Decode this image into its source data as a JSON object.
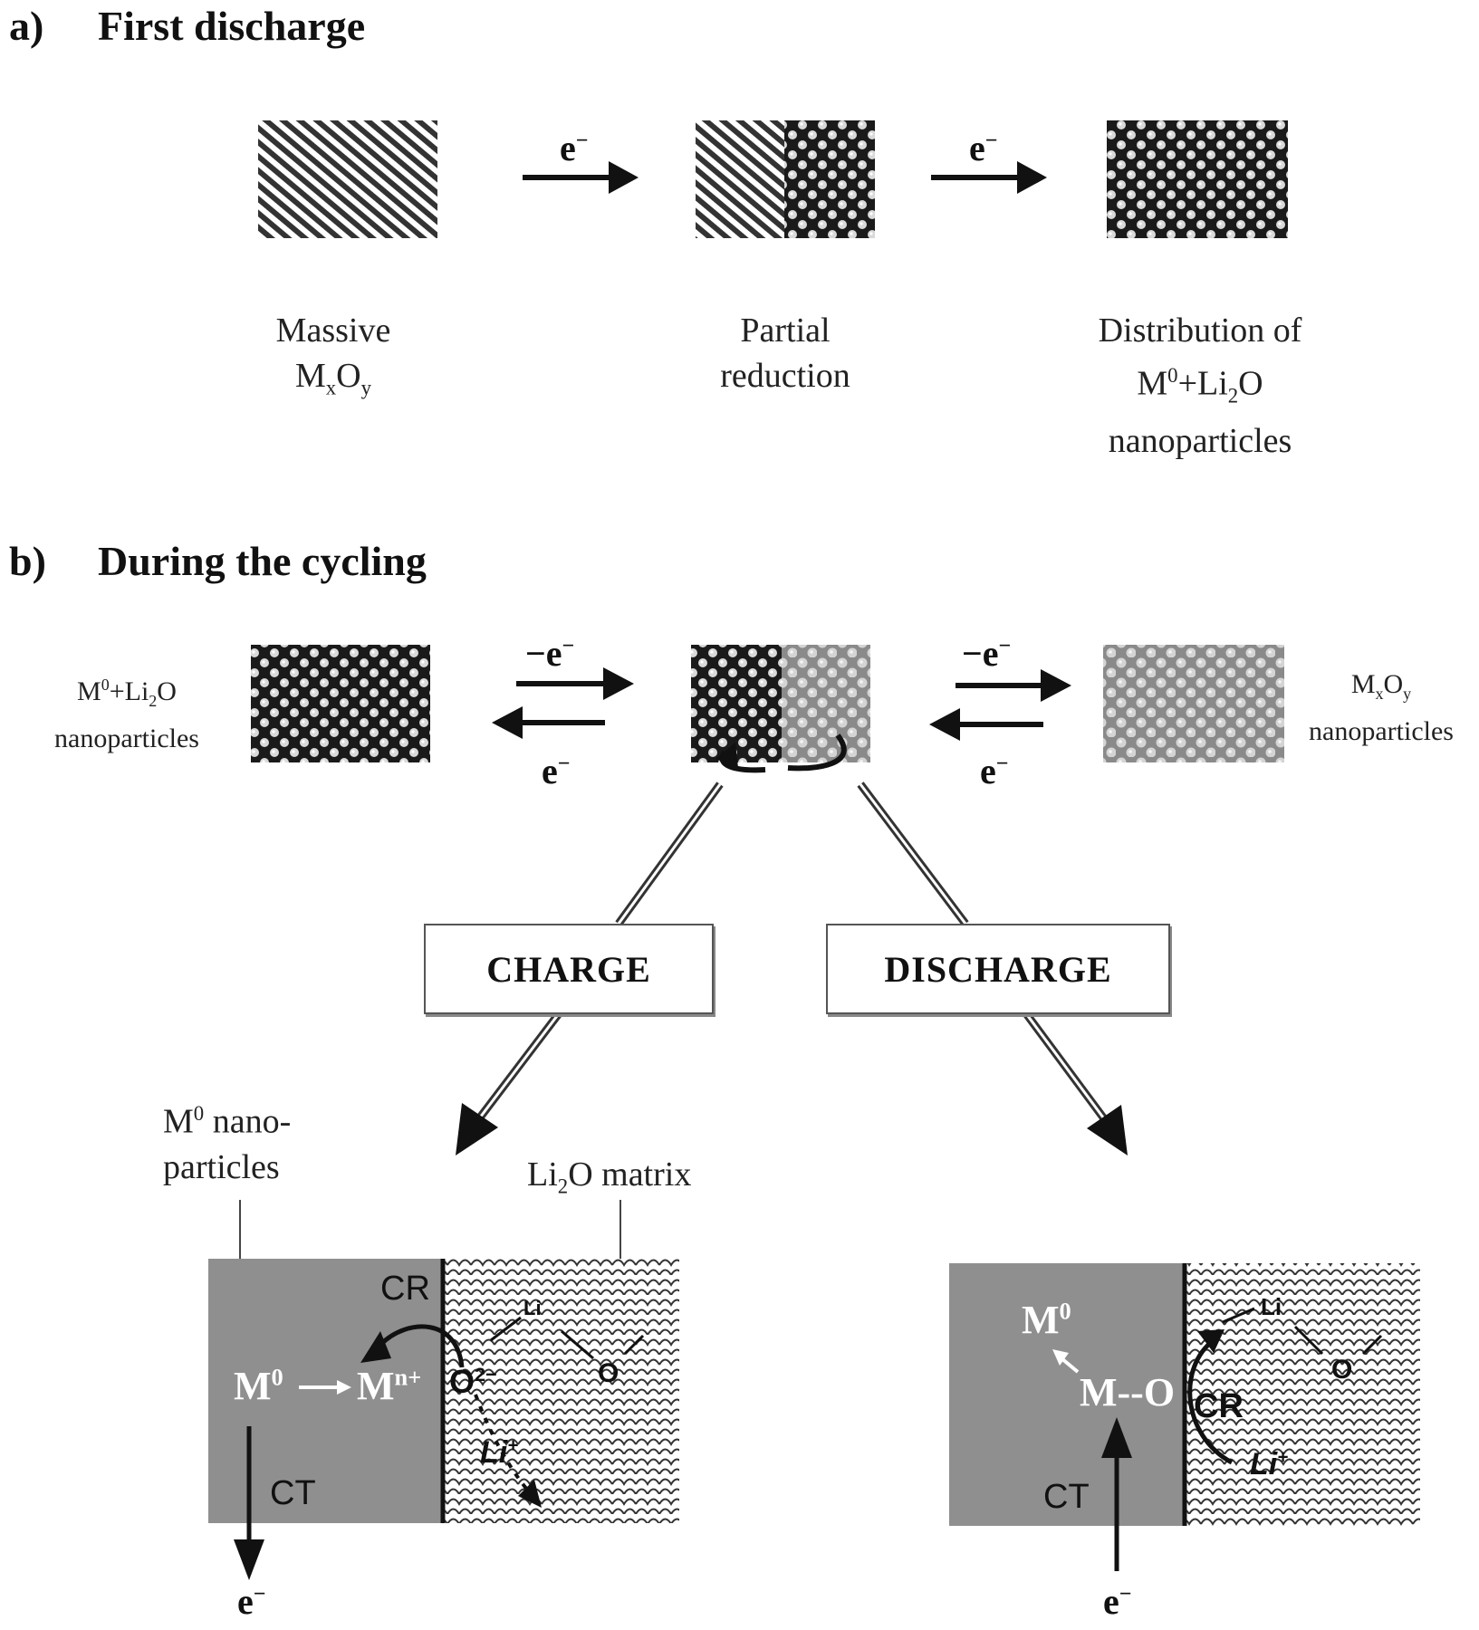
{
  "section_a": {
    "letter": "a)",
    "title": "First discharge",
    "arrow_label_1": "e",
    "arrow_label_2": "e",
    "superscript_minus": "−",
    "cap1": {
      "line1": "Massive",
      "line2_main": "M",
      "line2_sub1": "x",
      "line2_mid": "O",
      "line2_sub2": "y"
    },
    "cap2": {
      "line1": "Partial",
      "line2": "reduction"
    },
    "cap3": {
      "line1": "Distribution of",
      "line2_a": "M",
      "line2_sup": "0",
      "line2_b": "+Li",
      "line2_sub": "2",
      "line2_c": "O",
      "line3": "nanoparticles"
    }
  },
  "section_b": {
    "letter": "b)",
    "title": "During the cycling",
    "left_label": {
      "a": "M",
      "sup": "0",
      "b": "+Li",
      "sub": "2",
      "c": "O",
      "line2": "nanoparticles"
    },
    "right_label": {
      "a": "M",
      "sub1": "x",
      "b": "O",
      "sub2": "y",
      "line2": "nanoparticles"
    },
    "eq1_top": "−e",
    "eq1_bottom": "e",
    "eq2_top": "−e",
    "eq2_bottom": "e",
    "minus": "−",
    "charge_label": "CHARGE",
    "discharge_label": "DISCHARGE"
  },
  "bottom_left": {
    "m0_label": {
      "a": "M",
      "sup": "0",
      "b": " nano-",
      "line2": "particles"
    },
    "li2o_label": {
      "a": "Li",
      "sub": "2",
      "b": "O matrix"
    },
    "cr": "CR",
    "ct": "CT",
    "reaction": {
      "a": "M",
      "sup_a": "0",
      "arrow": "→",
      "b": "M",
      "sup_b": "n+"
    },
    "o_ion": {
      "a": "O",
      "sup": "2−"
    },
    "li": "Li",
    "li_sup": "+",
    "li_small": "Li",
    "o_small": "O",
    "electron": "e",
    "electron_sup": "−"
  },
  "bottom_right": {
    "m0": {
      "a": "M",
      "sup": "0"
    },
    "mo": "M--O",
    "cr": "CR",
    "ct": "CT",
    "li": "Li",
    "li_sup": "+",
    "li_small": "Li",
    "o_small": "O",
    "electron": "e",
    "electron_sup": "−"
  },
  "colors": {
    "gray_block": "#8f8f8f",
    "black": "#111111",
    "light_dots": "#c8c8c8"
  }
}
